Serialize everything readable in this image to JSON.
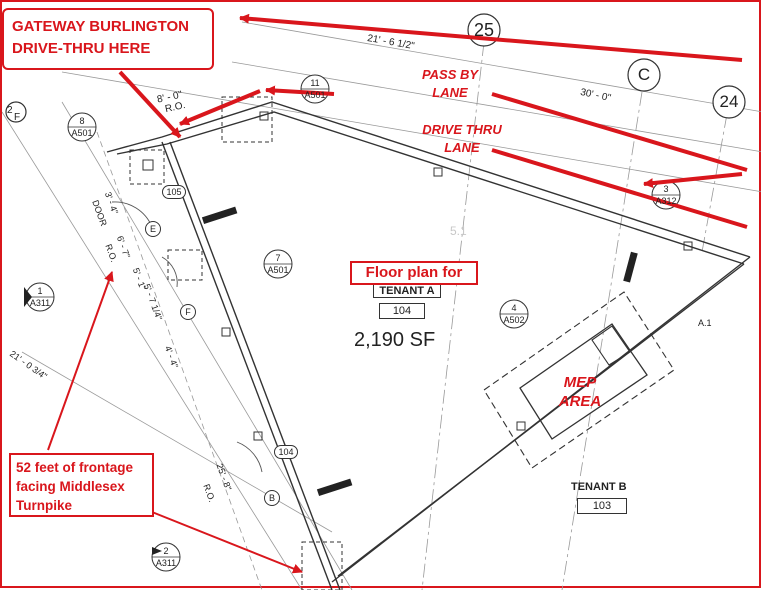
{
  "callouts": {
    "drive_thru": [
      "GATEWAY BURLINGTON",
      "DRIVE-THRU HERE"
    ],
    "floor_plan_for": "Floor plan for",
    "frontage": [
      "52 feet of frontage",
      "facing Middlesex",
      "Turnpike"
    ]
  },
  "lanes": {
    "pass_by": [
      "PASS BY",
      "LANE"
    ],
    "drive_thru": [
      "DRIVE THRU",
      "LANE"
    ]
  },
  "mep": [
    "MEP",
    "AREA"
  ],
  "tenant_a": {
    "name": "TENANT A",
    "number": "104",
    "area": "2,190 SF"
  },
  "tenant_b": {
    "name": "TENANT B",
    "number": "103"
  },
  "grid": {
    "g25": "25",
    "gC": "C",
    "g24": "24",
    "g2": "2",
    "gF": "F"
  },
  "dims": {
    "d1": "21' - 6 1/2\"",
    "d2": "30' - 0\"",
    "d3": "8' - 0\"",
    "d4": "R.O.",
    "d5": "3' - 4\"",
    "d6": "DOOR",
    "d7": "6' - 7\"",
    "d8": "R.O.",
    "d9": "5' - 7 1/4\"",
    "d10": "21' - 0 3/4\"",
    "d11": "4' - 4\"",
    "d12": "25' - 8\"",
    "d13": "R.O.",
    "d14": "5' - 1\""
  },
  "section_tags": [
    {
      "num": "11",
      "ref": "A501"
    },
    {
      "num": "8",
      "ref": "A501"
    },
    {
      "num": "7",
      "ref": "A501"
    },
    {
      "num": "1",
      "ref": "A311"
    },
    {
      "num": "3",
      "ref": "A312"
    },
    {
      "num": "4",
      "ref": "A502"
    },
    {
      "num": "2",
      "ref": "A311"
    }
  ],
  "door_tags": {
    "t105": "105",
    "t104": "104",
    "tE": "E",
    "tF": "F",
    "tB": "B"
  },
  "misc": {
    "a1": "A.1",
    "faint": "5.1"
  },
  "colors": {
    "accent": "#d9161c",
    "ink": "#333333"
  }
}
